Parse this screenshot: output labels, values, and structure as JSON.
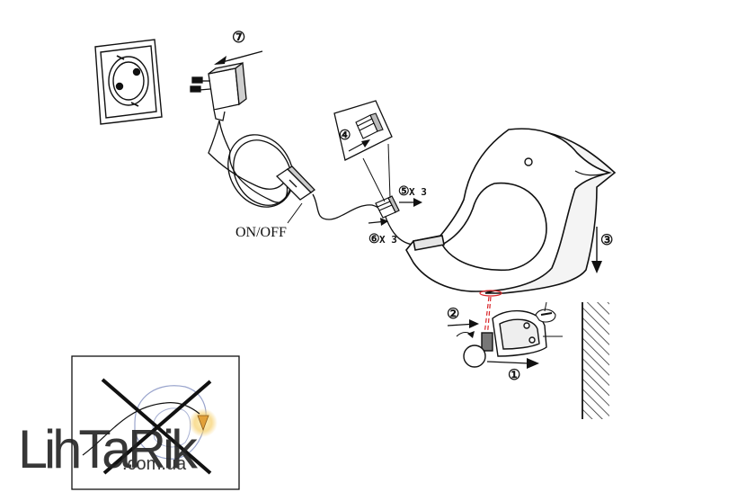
{
  "labels": {
    "step1": "①",
    "step2": "②",
    "step3": "③",
    "step4": "④",
    "step5": "⑤",
    "step6": "⑥",
    "step7": "⑦",
    "times5": "X 3",
    "times6": "X 3",
    "switch": "ON/OFF"
  },
  "watermark": {
    "main": "LihTaRik",
    "sub": ".com.ua"
  },
  "colors": {
    "line": "#111111",
    "laser": "#d9262a",
    "bulb_glow": "#f2b233",
    "ghost": "#6f7fb8",
    "hatch": "#333333"
  },
  "icons": {
    "outlet": "wall-socket-icon",
    "adapter": "power-adapter-icon",
    "switch": "inline-switch-icon",
    "connector": "cable-connector-icon",
    "lamp": "bird-lamp-icon",
    "bracket": "wall-bracket-icon",
    "wall": "wall-section-icon",
    "prohibited": "no-open-flame-icon"
  }
}
